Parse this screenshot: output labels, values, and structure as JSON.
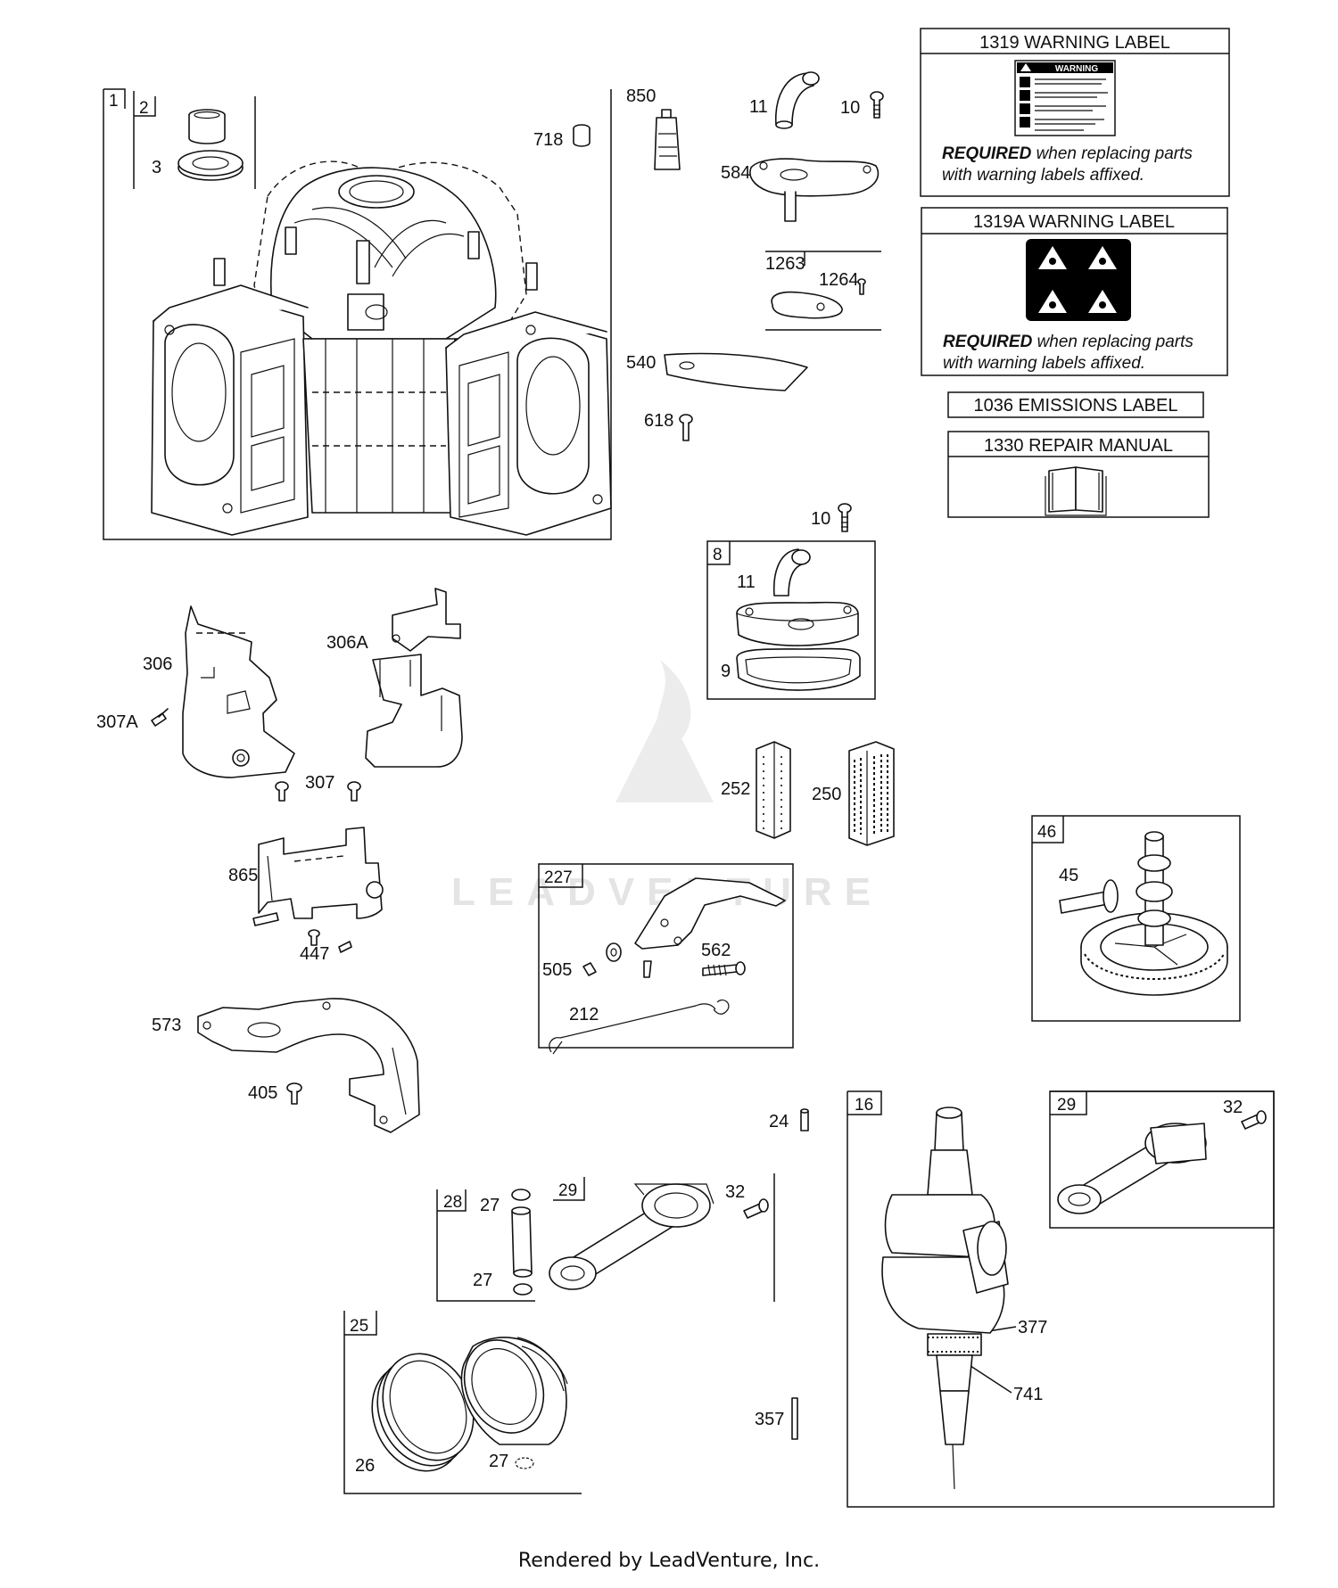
{
  "diagram": {
    "callouts": {
      "c1": "1",
      "c2": "2",
      "c3": "3",
      "c718": "718",
      "c850": "850",
      "c11a": "11",
      "c10a": "10",
      "c584": "584",
      "c1263": "1263",
      "c1264": "1264",
      "c540": "540",
      "c618": "618",
      "c10b": "10",
      "c8": "8",
      "c11b": "11",
      "c9": "9",
      "c306": "306",
      "c306A": "306A",
      "c307A": "307A",
      "c307": "307",
      "c252": "252",
      "c250": "250",
      "c46": "46",
      "c45": "45",
      "c865": "865",
      "c447": "447",
      "c227": "227",
      "c505": "505",
      "c562": "562",
      "c212": "212",
      "c573": "573",
      "c405": "405",
      "c24": "24",
      "c16": "16",
      "c29a": "29",
      "c32a": "32",
      "c28": "28",
      "c27a": "27",
      "c27b": "27",
      "c29b": "29",
      "c32b": "32",
      "c377": "377",
      "c741": "741",
      "c25": "25",
      "c26": "26",
      "c27c": "27",
      "c357": "357"
    },
    "labels": {
      "warning1_title": "1319 WARNING LABEL",
      "warning1_icon_text": "WARNING",
      "warning2_title": "1319A WARNING LABEL",
      "required_word": "REQUIRED",
      "required_rest": " when replacing parts",
      "required_line2": "with warning labels affixed.",
      "emissions_title": "1036 EMISSIONS LABEL",
      "manual_title": "1330 REPAIR MANUAL"
    },
    "watermark": "LEADVENTURE"
  },
  "footer": {
    "text": "Rendered by LeadVenture, Inc."
  },
  "colors": {
    "ink": "#111111",
    "label_black": "#000000",
    "watermark": "#e4e4e4",
    "background": "#ffffff"
  },
  "icons": [
    "warning-label-icon",
    "hazard-symbols-icon",
    "book-icon"
  ]
}
